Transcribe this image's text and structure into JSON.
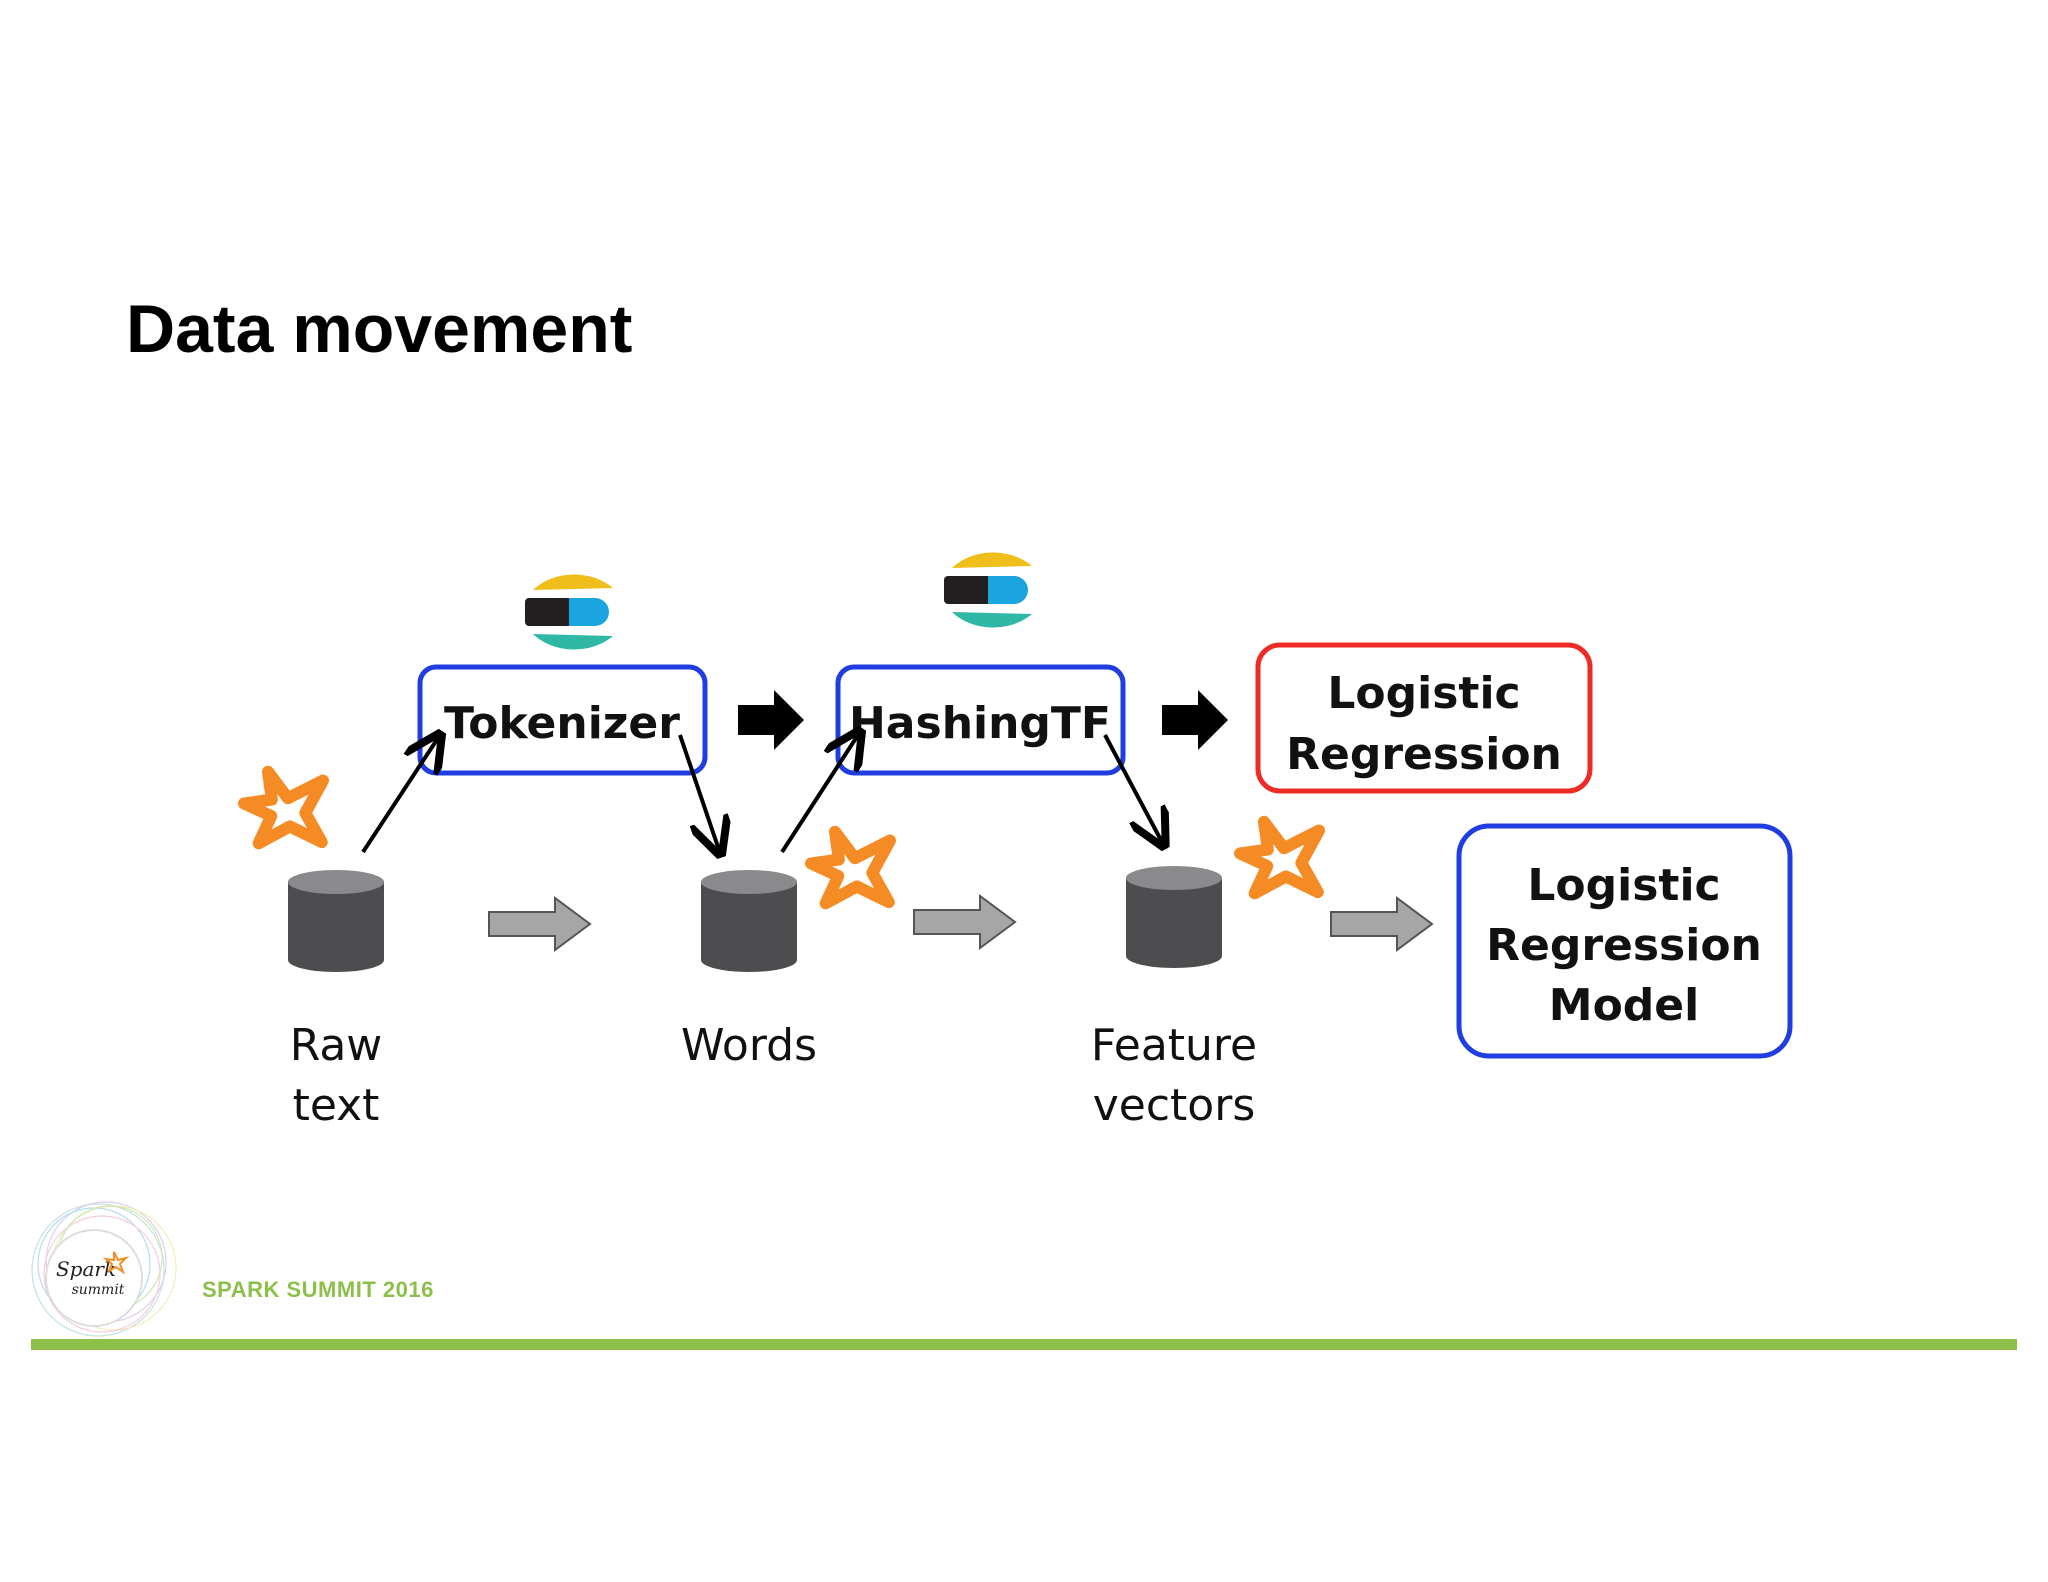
{
  "slide": {
    "title": "Data movement"
  },
  "diagram": {
    "stages": [
      {
        "id": "tokenizer",
        "label": "Tokenizer",
        "color": "#1f3de0"
      },
      {
        "id": "hashingtf",
        "label": "HashingTF",
        "color": "#1f3de0"
      },
      {
        "id": "logistic-regression",
        "label_lines": [
          "Logistic",
          "Regression"
        ],
        "color": "#ee2b24"
      }
    ],
    "datasets": [
      {
        "id": "raw-text",
        "label_lines": [
          "Raw",
          "text"
        ]
      },
      {
        "id": "words",
        "label_lines": [
          "Words"
        ]
      },
      {
        "id": "feature-vectors",
        "label_lines": [
          "Feature",
          "vectors"
        ]
      }
    ],
    "model": {
      "label_lines": [
        "Logistic",
        "Regression",
        "Model"
      ],
      "color": "#1f3de0"
    },
    "colors": {
      "cylinder": "#4d4d4f",
      "cylinder_top": "#8a8a8c",
      "flow_arrow": "#a6a6a6",
      "spark_star": "#f58b24",
      "elastic_yellow": "#f0be1a",
      "elastic_blue": "#1aa5e0",
      "elastic_teal": "#2fb8a6",
      "elastic_dark": "#231f20"
    },
    "icons": [
      "elasticsearch-logo-icon",
      "spark-star-icon",
      "spark-summit-logo-icon"
    ]
  },
  "footer": {
    "event": "SPARK SUMMIT 2016",
    "logo_text_top": "Spark",
    "logo_text_bottom": "summit",
    "accent": "#8dc04a"
  }
}
